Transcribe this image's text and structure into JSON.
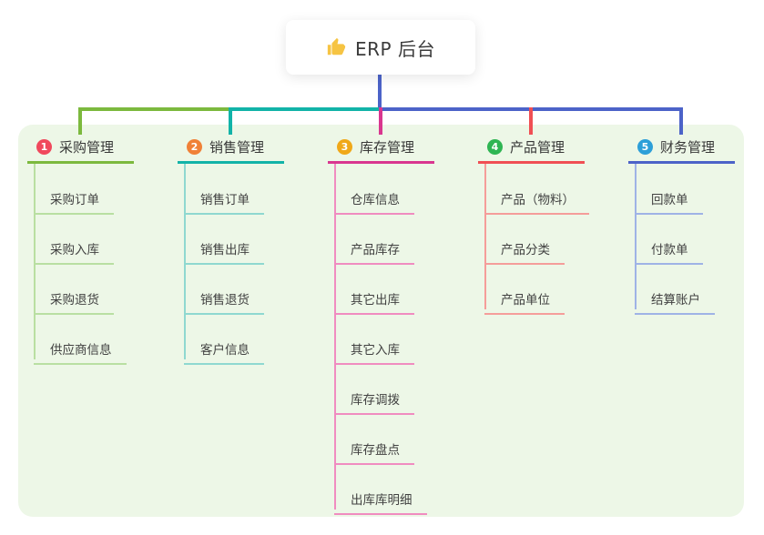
{
  "root": {
    "label": "ERP 后台",
    "icon": "thumbs-up-icon"
  },
  "colors": {
    "connector": "#4c63c8",
    "panel_bg": "#edf7e7",
    "page_bg": "#ffffff",
    "root_card_bg": "#ffffff",
    "thumb_icon": "#f6c443"
  },
  "branches": [
    {
      "badge": "1",
      "label": "采购管理",
      "badge_color": "#f0485c",
      "line_color": "#7cb93e",
      "item_line_color": "#b9dfa2",
      "items": [
        "采购订单",
        "采购入库",
        "采购退货",
        "供应商信息"
      ]
    },
    {
      "badge": "2",
      "label": "销售管理",
      "badge_color": "#f08137",
      "line_color": "#12b3a8",
      "item_line_color": "#8fd8d0",
      "items": [
        "销售订单",
        "销售出库",
        "销售退货",
        "客户信息"
      ]
    },
    {
      "badge": "3",
      "label": "库存管理",
      "badge_color": "#f0a818",
      "line_color": "#d9368f",
      "item_line_color": "#f08cc0",
      "items": [
        "仓库信息",
        "产品库存",
        "其它出库",
        "其它入库",
        "库存调拨",
        "库存盘点",
        "出库库明细"
      ]
    },
    {
      "badge": "4",
      "label": "产品管理",
      "badge_color": "#2fb553",
      "line_color": "#f04f54",
      "item_line_color": "#f59d9a",
      "items": [
        "产品（物料）",
        "产品分类",
        "产品单位"
      ]
    },
    {
      "badge": "5",
      "label": "财务管理",
      "badge_color": "#2d9fd8",
      "line_color": "#4c63c8",
      "item_line_color": "#9fb3e6",
      "items": [
        "回款单",
        "付款单",
        "结算账户"
      ]
    }
  ]
}
